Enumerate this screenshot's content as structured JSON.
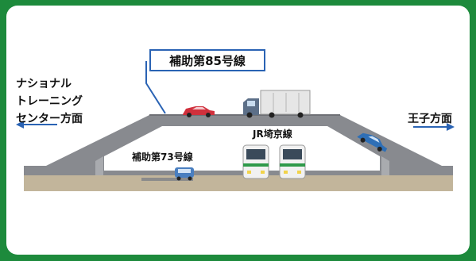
{
  "overpass_label": "補助第85号線",
  "left_direction_lines": [
    "ナショナル",
    "トレーニング",
    "センター方面"
  ],
  "right_direction": "王子方面",
  "underpass_label": "補助第73号線",
  "railway_label": "JR埼京線",
  "colors": {
    "background": "#1d8a3c",
    "structure": "#888a8f",
    "ground": "#c2b59b",
    "label_border": "#2a63b4",
    "arrow": "#2a63b4"
  },
  "icons": [
    "red-car-icon",
    "truck-icon",
    "blue-car-icon",
    "small-car-icon",
    "train-icon",
    "arrow-left-icon",
    "arrow-right-icon"
  ]
}
